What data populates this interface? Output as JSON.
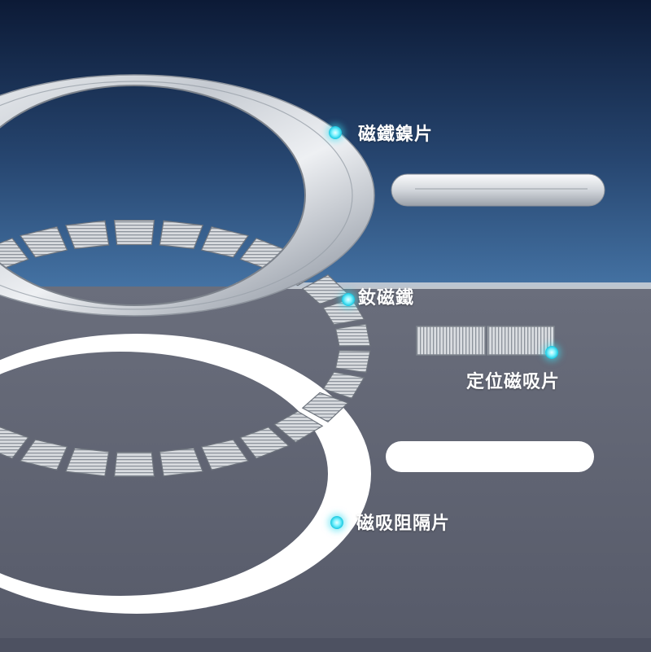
{
  "labels": {
    "nickel_sheet": "磁鐵鎳片",
    "ndfeb_magnet": "釹磁鐵",
    "positioning_magnet": "定位磁吸片",
    "isolation_sheet": "磁吸阻隔片"
  },
  "colors": {
    "bg_top": "#0d1c38",
    "bg_mid": "#3a6191",
    "bg_bottom": "#5a5f70",
    "callout_dot": "#2fd6ea",
    "label_text": "#ffffff"
  }
}
